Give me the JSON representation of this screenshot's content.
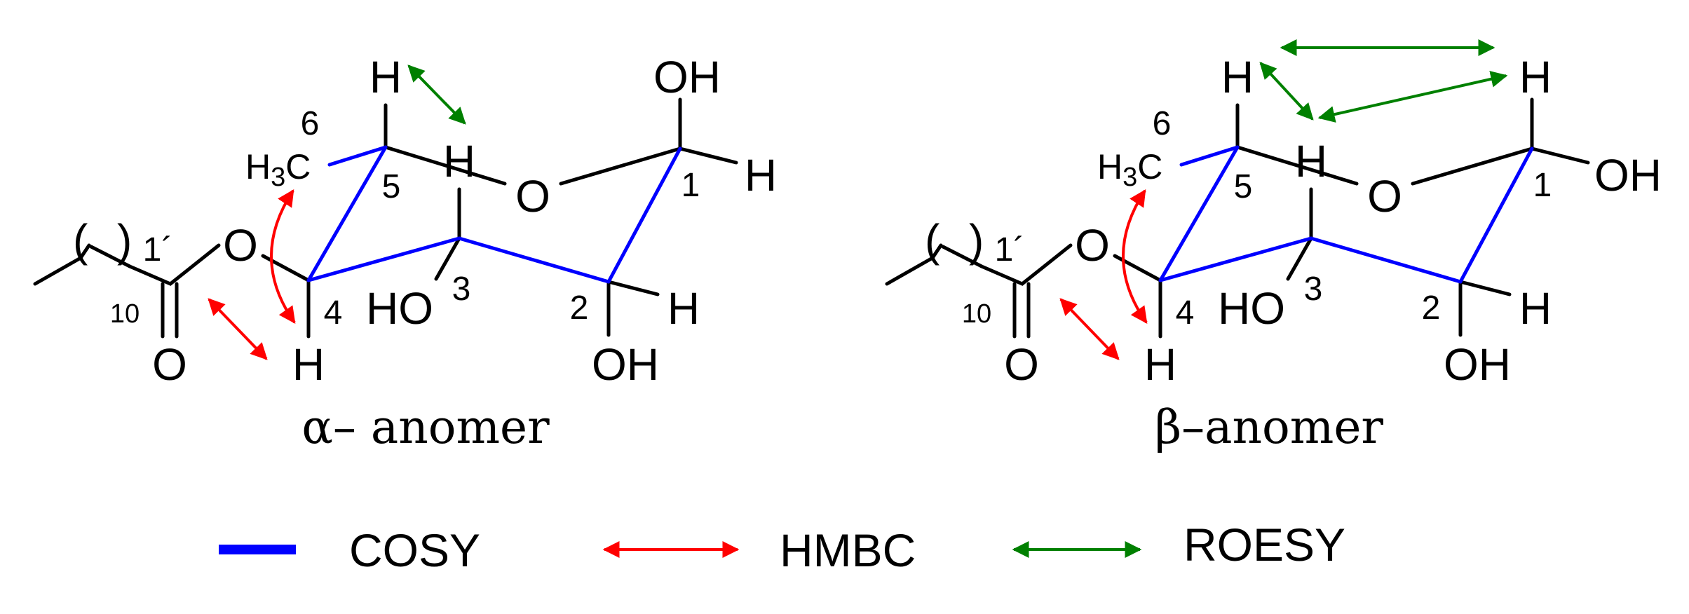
{
  "colors": {
    "cosy": "#0000ff",
    "hmbc": "#ff0000",
    "roesy": "#008000",
    "bond": "#000000"
  },
  "atoms": {
    "h": "H",
    "oh": "OH",
    "ho": "HO",
    "o": "O",
    "h3c_h": "H",
    "h3c_sub": "3",
    "h3c_c": "C",
    "paren_open": "(",
    "paren_close": ")"
  },
  "numbers": {
    "n1": "1",
    "n2": "2",
    "n3": "3",
    "n4": "4",
    "n5": "5",
    "n6": "6",
    "n1p": "1´",
    "n10": "10"
  },
  "structures": [
    {
      "id": "alpha",
      "caption": "α– anomer"
    },
    {
      "id": "beta",
      "caption": "β–anomer"
    }
  ],
  "legend": [
    {
      "label": "COSY",
      "type": "line",
      "color_key": "cosy"
    },
    {
      "label": "HMBC",
      "type": "double-arrow",
      "color_key": "hmbc"
    },
    {
      "label": "ROESY",
      "type": "double-arrow",
      "color_key": "roesy"
    }
  ]
}
